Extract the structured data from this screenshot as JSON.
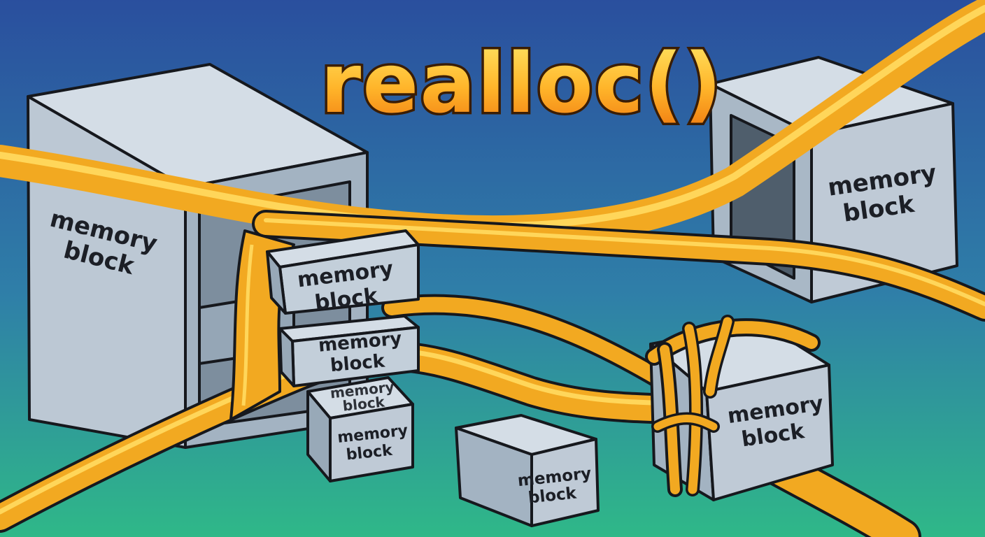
{
  "title": "realloc()",
  "blocks": [
    {
      "line1": "memory",
      "line2": "block"
    },
    {
      "line1": "memory",
      "line2": "block"
    },
    {
      "line1": "memory",
      "line2": "block"
    },
    {
      "line1": "memory",
      "line2": "block"
    },
    {
      "line1": "memory",
      "line2": "block"
    },
    {
      "line1": "memory",
      "line2": "block"
    },
    {
      "line1": "memory",
      "line2": "block"
    },
    {
      "line1": "memory",
      "line2": "block"
    }
  ],
  "colors": {
    "sky_top": "#2a4f9e",
    "sky_bottom": "#2fb888",
    "cube_face": "#b9c6d2",
    "cube_top": "#d4dde6",
    "cube_side": "#93a4b4",
    "goo": "#f2a921",
    "goo_highlight": "#ffd65a",
    "goo_shadow": "#c8741a",
    "title_top": "#ffd84a",
    "title_bottom": "#f08a12"
  }
}
